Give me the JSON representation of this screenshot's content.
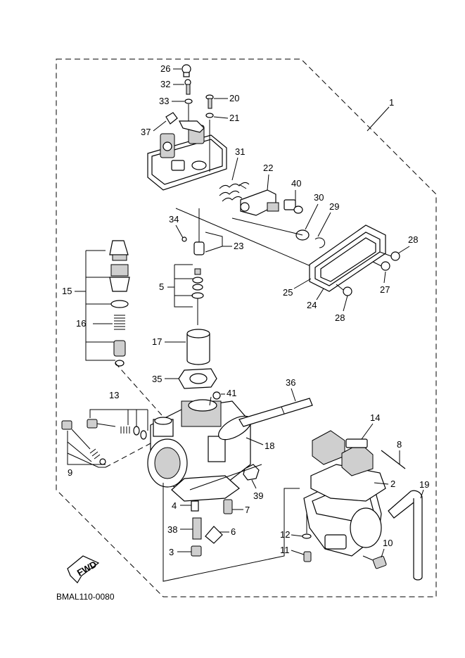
{
  "diagram_code": "BMAL110-0080",
  "fwd_label": "FWD",
  "callouts": [
    "1",
    "2",
    "3",
    "4",
    "5",
    "6",
    "7",
    "8",
    "9",
    "10",
    "11",
    "12",
    "13",
    "14",
    "15",
    "16",
    "17",
    "18",
    "19",
    "20",
    "21",
    "22",
    "23",
    "24",
    "25",
    "26",
    "27",
    "28",
    "28",
    "29",
    "30",
    "31",
    "32",
    "33",
    "34",
    "35",
    "36",
    "37",
    "38",
    "39",
    "40",
    "41"
  ]
}
